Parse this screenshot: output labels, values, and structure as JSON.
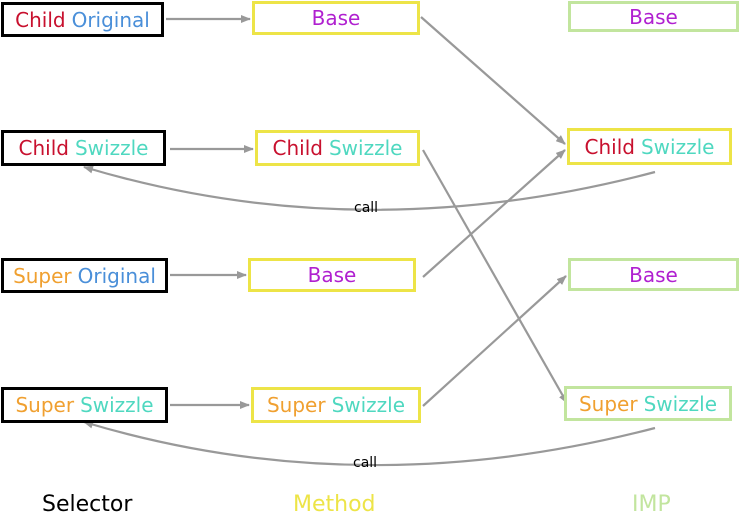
{
  "colors": {
    "child": "#c8102e",
    "super": "#f0a030",
    "original": "#4a8fd9",
    "swizzle": "#4fd8c0",
    "base": "#b020d0",
    "selector_border": "#000000",
    "method_border": "#ede447",
    "imp_border": "#c2e59e",
    "arrow": "#999999"
  },
  "selectors": {
    "child_original": {
      "a": "Child",
      "b": "Original"
    },
    "child_swizzle": {
      "a": "Child",
      "b": "Swizzle"
    },
    "super_original": {
      "a": "Super",
      "b": "Original"
    },
    "super_swizzle": {
      "a": "Super",
      "b": "Swizzle"
    }
  },
  "methods": {
    "m1": "Base",
    "m2": {
      "a": "Child",
      "b": "Swizzle"
    },
    "m3": "Base",
    "m4": {
      "a": "Super",
      "b": "Swizzle"
    }
  },
  "imps": {
    "i1": "Base",
    "i2": {
      "a": "Child",
      "b": "Swizzle"
    },
    "i3": "Base",
    "i4": {
      "a": "Super",
      "b": "Swizzle"
    }
  },
  "call_labels": {
    "c1": "call",
    "c2": "call"
  },
  "columns": {
    "selector": "Selector",
    "method": "Method",
    "imp": "IMP"
  }
}
